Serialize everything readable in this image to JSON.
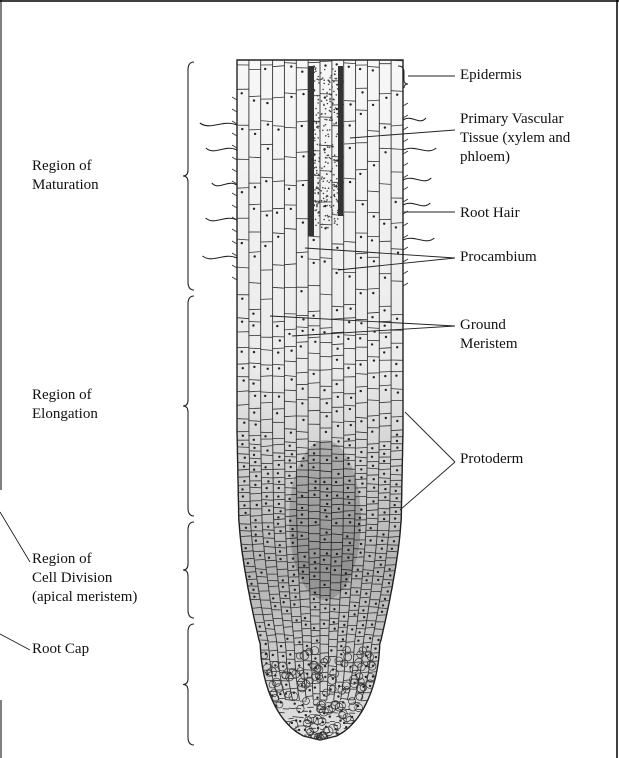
{
  "diagram": {
    "regions": [
      {
        "id": "maturation",
        "lines": [
          "Region of",
          "Maturation"
        ]
      },
      {
        "id": "elongation",
        "lines": [
          "Region of",
          "Elongation"
        ]
      },
      {
        "id": "cell-division",
        "lines": [
          "Region of",
          "Cell Division",
          "(apical meristem)"
        ]
      },
      {
        "id": "root-cap",
        "lines": [
          "Root Cap"
        ]
      }
    ],
    "parts": [
      {
        "id": "epidermis",
        "lines": [
          "Epidermis"
        ]
      },
      {
        "id": "primary-vascular-tissue",
        "lines": [
          "Primary Vascular",
          "Tissue (xylem and",
          "phloem)"
        ]
      },
      {
        "id": "root-hair",
        "lines": [
          "Root Hair"
        ]
      },
      {
        "id": "procambium",
        "lines": [
          "Procambium"
        ]
      },
      {
        "id": "ground-meristem",
        "lines": [
          "Ground",
          "Meristem"
        ]
      },
      {
        "id": "protoderm",
        "lines": [
          "Protoderm"
        ]
      }
    ]
  }
}
